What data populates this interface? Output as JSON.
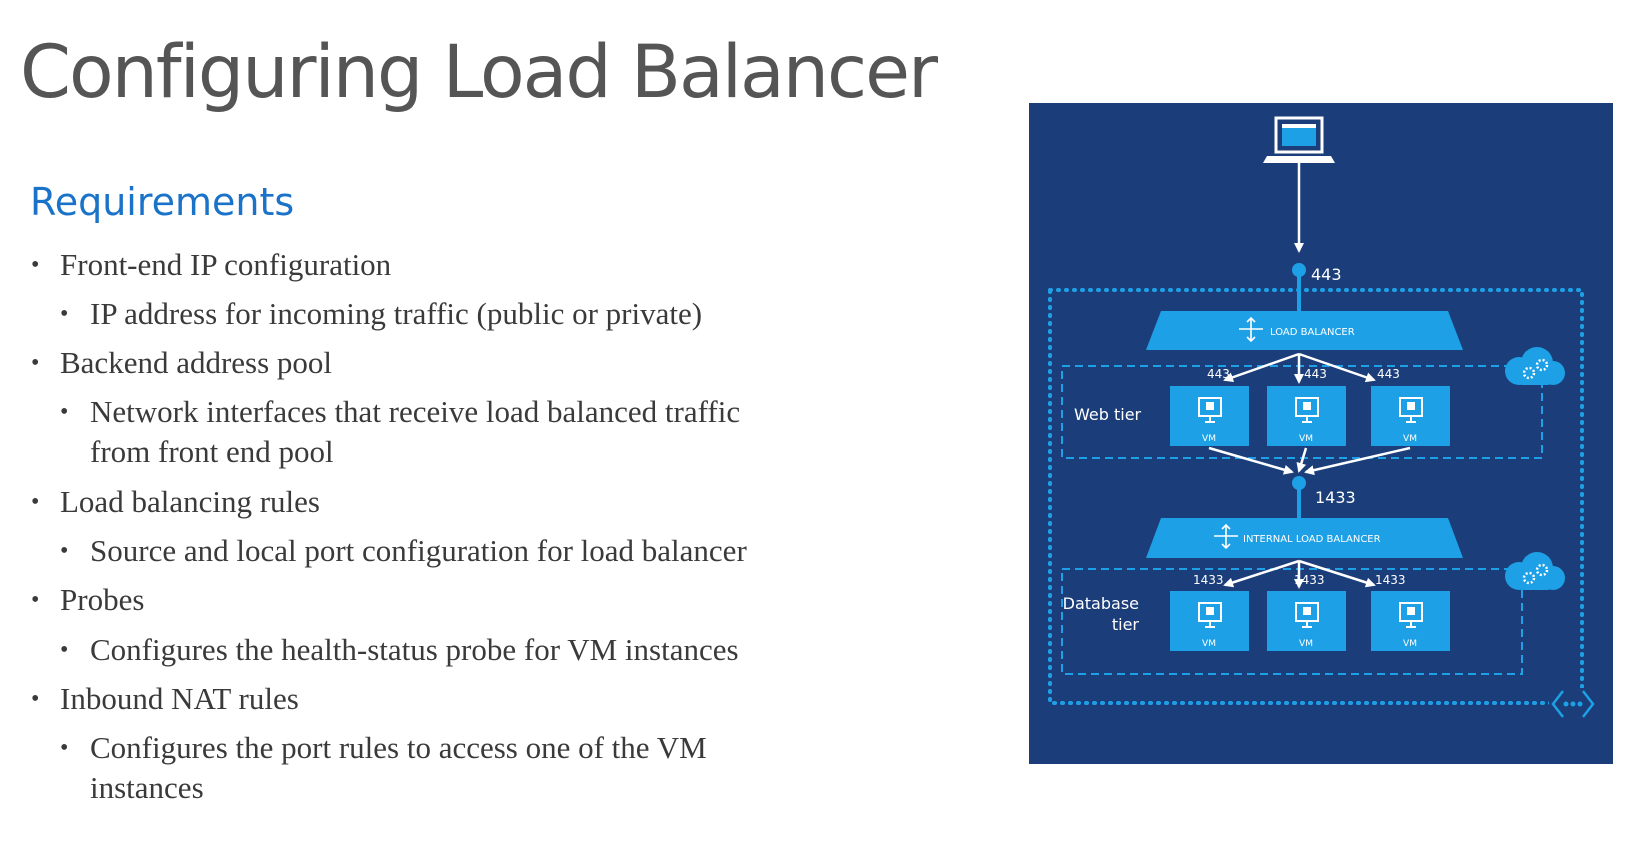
{
  "slide": {
    "title": "Configuring Load Balancer",
    "subtitle": "Requirements"
  },
  "requirements": [
    {
      "level": 1,
      "lines": [
        "Front-end IP configuration"
      ]
    },
    {
      "level": 2,
      "lines": [
        "IP address for incoming traffic (public or private)"
      ]
    },
    {
      "level": 1,
      "lines": [
        "Backend address pool"
      ]
    },
    {
      "level": 2,
      "lines": [
        "Network interfaces that receive load balanced traffic",
        "from front end pool"
      ]
    },
    {
      "level": 1,
      "lines": [
        "Load balancing rules"
      ]
    },
    {
      "level": 2,
      "lines": [
        "Source and local port configuration for load balancer"
      ]
    },
    {
      "level": 1,
      "lines": [
        "Probes"
      ]
    },
    {
      "level": 2,
      "lines": [
        "Configures the health-status probe for VM instances"
      ]
    },
    {
      "level": 1,
      "lines": [
        "Inbound NAT rules"
      ]
    },
    {
      "level": 2,
      "lines": [
        "Configures the port rules to access one of the VM",
        "instances"
      ]
    }
  ],
  "diagram": {
    "colors": {
      "background": "#1b3e7a",
      "accent": "#1ea0e6",
      "line": "#ffffff"
    },
    "client_icon": "laptop-icon",
    "frontend_port": "443",
    "load_balancer_label": "LOAD BALANCER",
    "web_tier": {
      "label": "Web tier",
      "ports": [
        "443",
        "443",
        "443"
      ],
      "vm_labels": [
        "VM",
        "VM",
        "VM"
      ]
    },
    "internal_port": "1433",
    "internal_load_balancer_label": "INTERNAL LOAD BALANCER",
    "database_tier": {
      "label_lines": [
        "Database",
        "tier"
      ],
      "ports": [
        "1433",
        "1433",
        "1433"
      ],
      "vm_labels": [
        "VM",
        "VM",
        "VM"
      ]
    },
    "scale_set_icon": "cloud-gears-icon",
    "vnet_icon": "virtual-network-icon"
  }
}
